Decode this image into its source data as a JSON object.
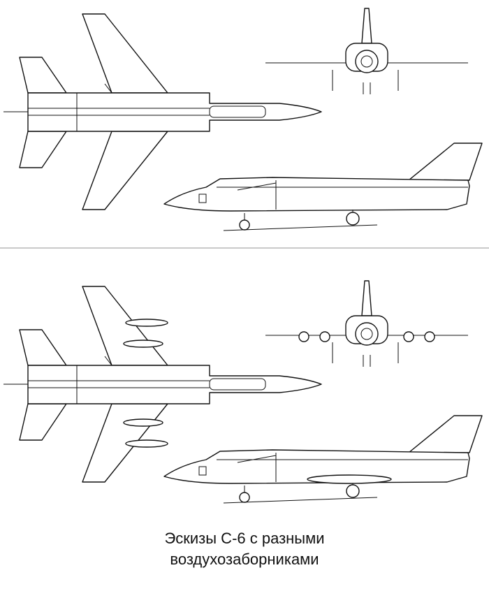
{
  "caption": {
    "line1": "Эскизы С-6 с разными",
    "line2": "воздухозаборниками"
  },
  "variants": [
    {
      "name": "variant-1",
      "views": [
        "top-view",
        "front-view",
        "side-view"
      ]
    },
    {
      "name": "variant-2",
      "views": [
        "top-view",
        "front-view",
        "side-view"
      ],
      "external_tanks": true
    }
  ]
}
